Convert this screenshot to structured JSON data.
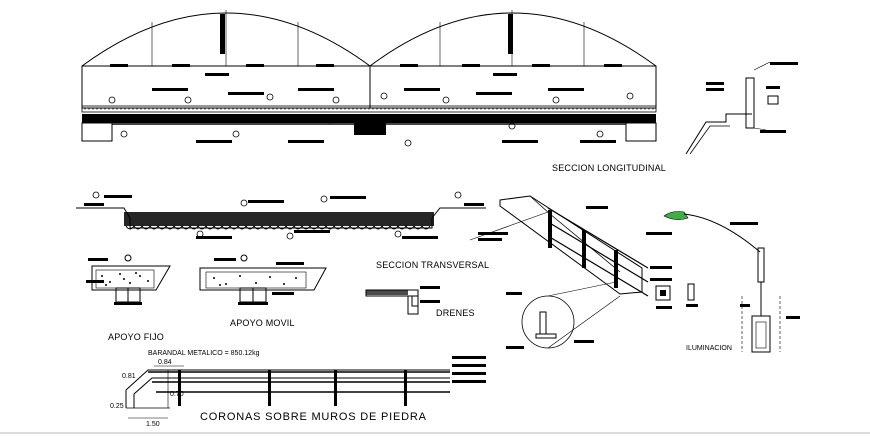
{
  "drawing": {
    "labels": {
      "seccion_longitudinal": "SECCION LONGITUDINAL",
      "seccion_transversal": "SECCION TRANSVERSAL",
      "apoyo_fijo": "APOYO FIJO",
      "apoyo_movil": "APOYO MOVIL",
      "drenes": "DRENES",
      "barandal": "BARANDAL METALICO = 850.12kg",
      "coronas": "CORONAS  SOBRE MUROS DE PIEDRA",
      "iluminacion": "ILUMINACION"
    },
    "dimensions": {
      "d081": "0.81",
      "d084": "0.84",
      "d070": "0.70",
      "d025": "0.25",
      "d150": "1.50"
    },
    "colors": {
      "line": "#000000",
      "lamp": "#3cb043",
      "background": "#ffffff"
    }
  }
}
